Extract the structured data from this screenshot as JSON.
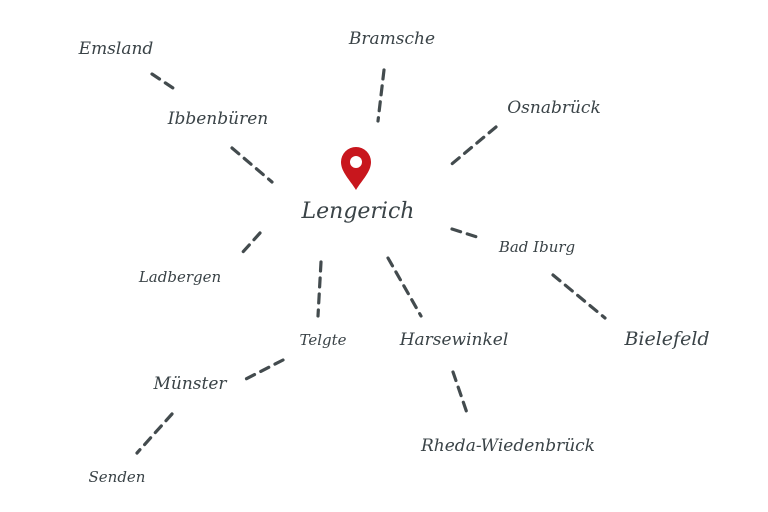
{
  "center": {
    "label": "Lengerich",
    "pin_color": "#c8161d",
    "icon": "map-pin-icon"
  },
  "places": {
    "emsland": "Emsland",
    "bramsche": "Bramsche",
    "osnabrueck": "Osnabrück",
    "ibbenbueren": "Ibbenbüren",
    "bad_iburg": "Bad Iburg",
    "ladbergen": "Ladbergen",
    "bielefeld": "Bielefeld",
    "telgte": "Telgte",
    "harsewinkel": "Harsewinkel",
    "muenster": "Münster",
    "rheda": "Rheda-Wiedenbrück",
    "senden": "Senden"
  },
  "colors": {
    "line": "#434b4e",
    "text": "#3a4347"
  }
}
